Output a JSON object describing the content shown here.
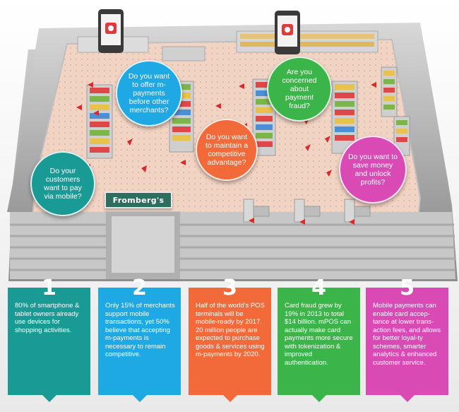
{
  "store_sign": "Fromberg's",
  "colors": {
    "teal": "#1a9a94",
    "blue": "#1ea8e4",
    "orange": "#f26a3a",
    "green": "#3bb54a",
    "magenta": "#d94ab5"
  },
  "bubbles": [
    {
      "text": "Do your customers want to pay via mobile?",
      "color": "#1a9a94"
    },
    {
      "text": "Do you want to offer m-payments before other merchants?",
      "color": "#1ea8e4"
    },
    {
      "text": "Do you want to maintain a competitive advantage?",
      "color": "#f26a3a"
    },
    {
      "text": "Are you concerned about payment fraud?",
      "color": "#3bb54a"
    },
    {
      "text": "Do you want to save money and unlock profits?",
      "color": "#d94ab5"
    }
  ],
  "facts": [
    {
      "number": "1",
      "text": "80% of smartphone & tablet owners already use devices for shopping activities.",
      "color": "#1a9a94"
    },
    {
      "number": "2",
      "text": "Only 15% of merchants support mobile transactions, yet 50% believe that accepting m-payments is necessary to remain competitive.",
      "color": "#1ea8e4"
    },
    {
      "number": "3",
      "text": "Half of the world's POS terminals will be mobile-ready by 2017. 20 million people are expected to purchase goods & services using m-payments by 2020.",
      "color": "#f26a3a"
    },
    {
      "number": "4",
      "text": "Card fraud grew by 19% in 2013 to total $14 billion. mPOS can actually make card payments more secure with tokenization & improved authentication.",
      "color": "#3bb54a"
    },
    {
      "number": "5",
      "text": "Mobile payments can enable card accep-tance at lower trans-action fees, and allows for better loyal-ty schemes, smarter analytics & enhanced customer service.",
      "color": "#d94ab5"
    }
  ]
}
